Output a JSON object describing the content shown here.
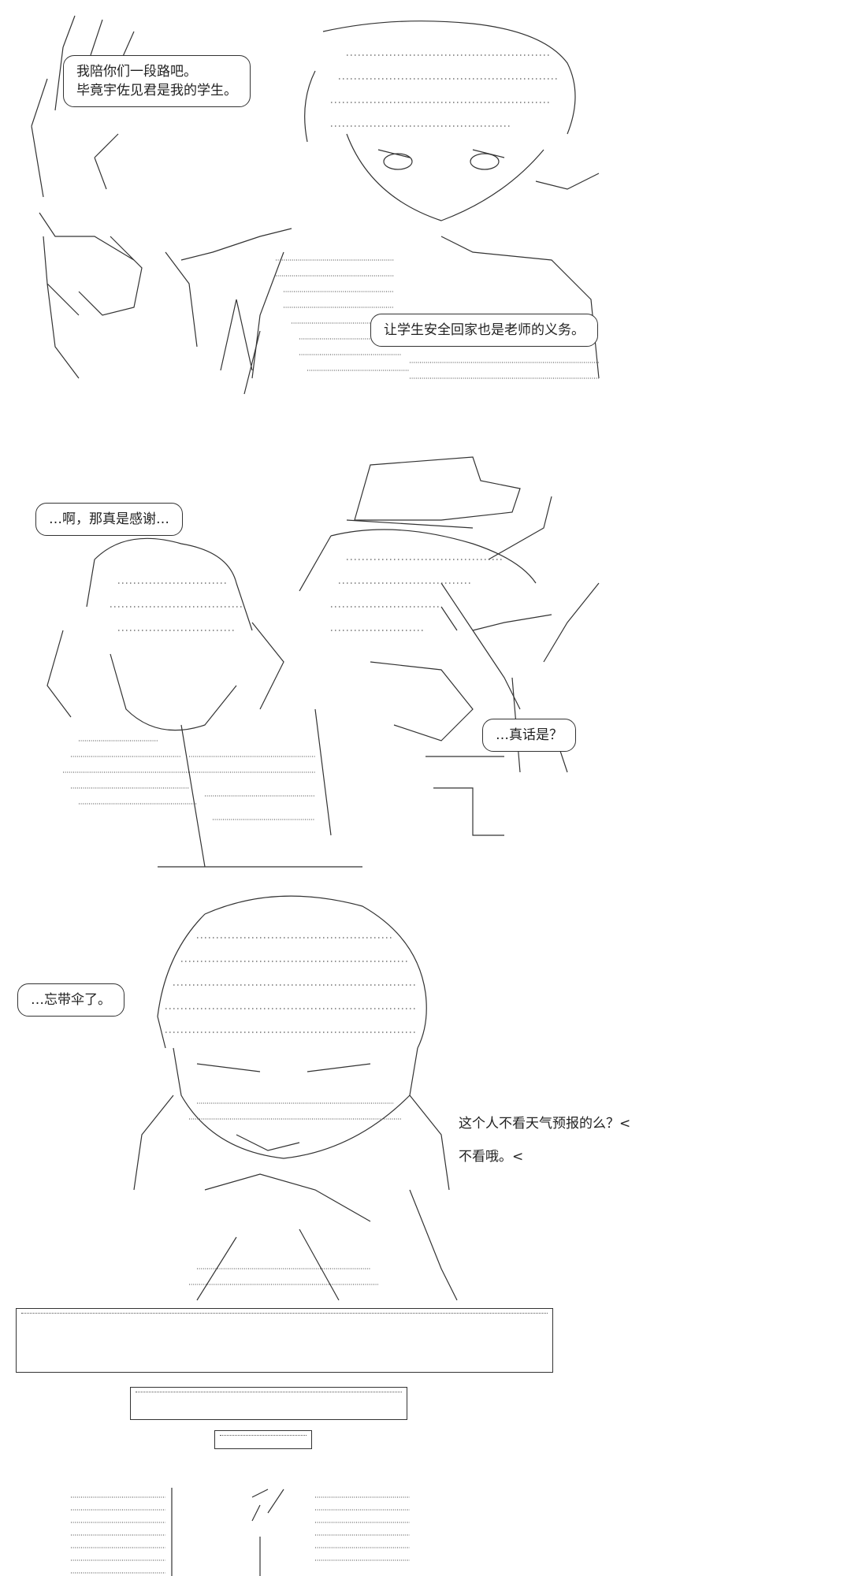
{
  "panel1": {
    "bubble_left": [
      "我陪你们一段路吧。",
      "毕竟宇佐见君是我的学生。"
    ],
    "bubble_right": "让学生安全回家也是老师的义务。"
  },
  "panel2": {
    "bubble_left": "…啊，那真是感谢…",
    "bubble_right": "…真话是？"
  },
  "panel3": {
    "bubble_left": "…忘带伞了。",
    "narration": [
      "这个人不看天气预报的么？<",
      "不看哦。<"
    ]
  }
}
